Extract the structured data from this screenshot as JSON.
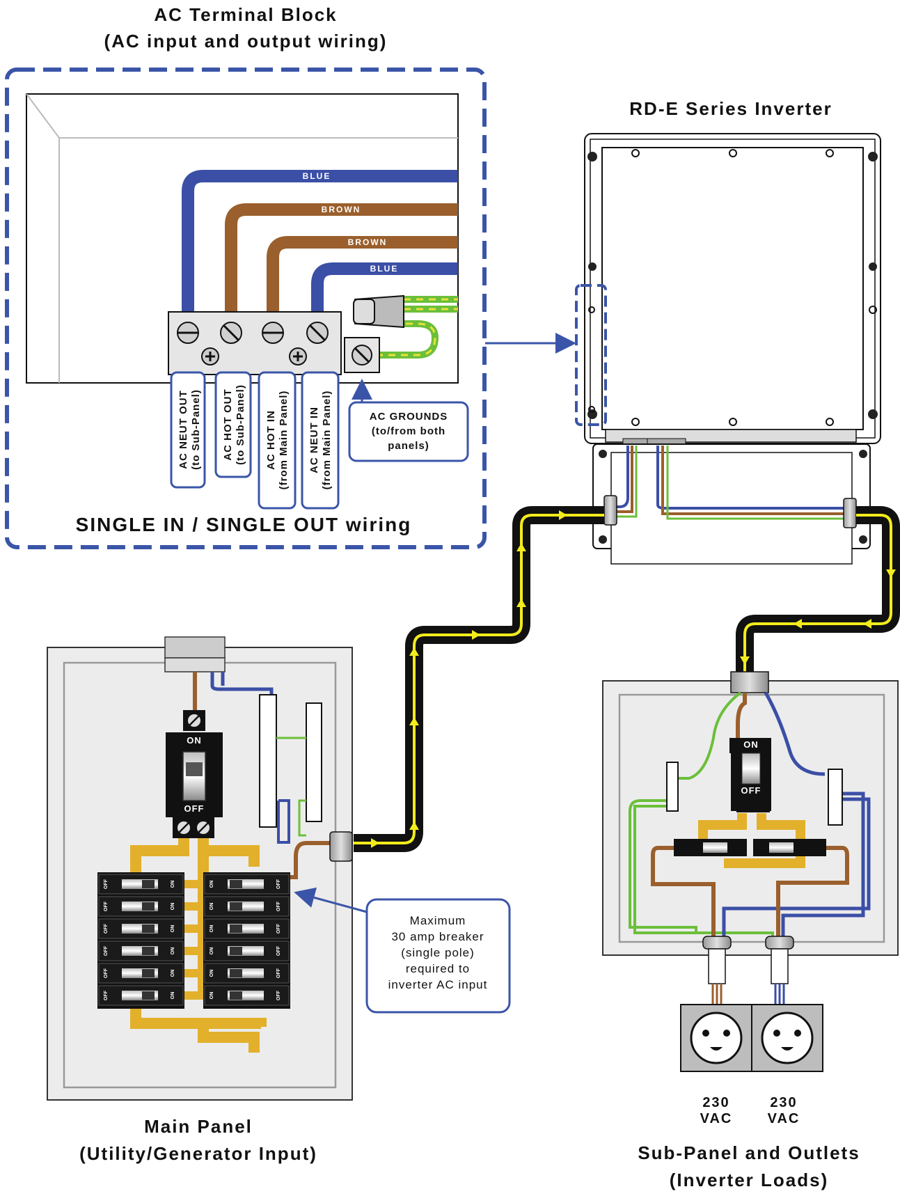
{
  "titles": {
    "terminal_block_line1": "AC Terminal Block",
    "terminal_block_line2": "(AC input and output wiring)",
    "inverter": "RD-E Series Inverter",
    "wiring_mode": "SINGLE IN / SINGLE OUT wiring",
    "main_panel_line1": "Main Panel",
    "main_panel_line2": "(Utility/Generator Input)",
    "sub_panel_line1": "Sub-Panel and Outlets",
    "sub_panel_line2": "(Inverter Loads)"
  },
  "wires": {
    "blue_1": "BLUE",
    "brown_1": "BROWN",
    "brown_2": "BROWN",
    "blue_2": "BLUE"
  },
  "terminals": {
    "neut_out": {
      "line1": "AC NEUT OUT",
      "line2": "(to Sub-Panel)"
    },
    "hot_out": {
      "line1": "AC HOT OUT",
      "line2": "(to Sub-Panel)"
    },
    "hot_in": {
      "line1": "AC HOT IN",
      "line2": "(from Main Panel)"
    },
    "neut_in": {
      "line1": "AC NEUT IN",
      "line2": "(from Main Panel)"
    },
    "grounds": {
      "line1": "AC GROUNDS",
      "line2": "(to/from both",
      "line3": "panels)"
    }
  },
  "breakers": {
    "main_on": "ON",
    "main_off": "OFF",
    "sub_on": "ON",
    "sub_off": "OFF",
    "row_on": "ON",
    "row_off": "OFF"
  },
  "callout": {
    "line1": "Maximum",
    "line2": "30 amp breaker",
    "line3": "(single pole)",
    "line4": "required to",
    "line5": "inverter AC input"
  },
  "outlets": {
    "left_voltage": "230",
    "left_unit": "VAC",
    "right_voltage": "230",
    "right_unit": "VAC"
  },
  "colors": {
    "blue_wire": "#3b4fa6",
    "brown_wire": "#9a5f2c",
    "green_wire": "#6bbf3a",
    "yellow_wire": "#e8e23a",
    "bus_bar": "#e2b02b",
    "dashed_border": "#3a55a8",
    "cable": "#111111",
    "arrow": "#f2ec1c"
  }
}
